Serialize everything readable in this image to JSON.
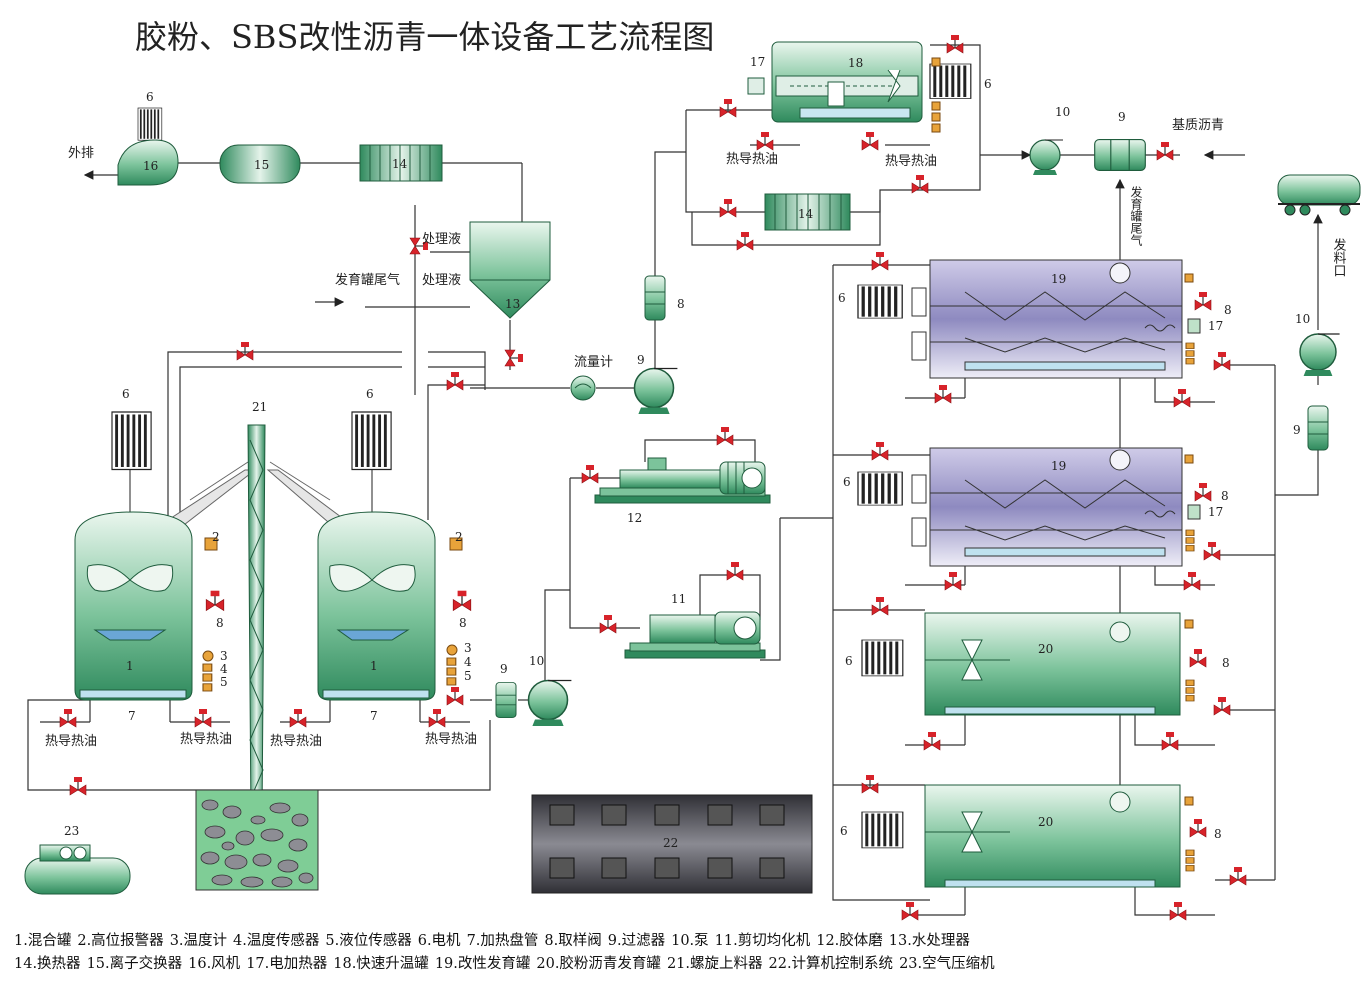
{
  "title": "胶粉、SBS改性沥青一体设备工艺流程图",
  "labels": {
    "exhaust_out": "外排",
    "treat_liquid_1": "处理液",
    "treat_liquid_2": "处理液",
    "tank_exhaust": "发育罐尾气",
    "flowmeter": "流量计",
    "base_asphalt": "基质沥青",
    "tail_gas_vertical": "发育罐尾气",
    "discharge_vertical": "发料口",
    "hot_oil": "热导热油"
  },
  "numbers": {
    "n1": "1",
    "n2": "2",
    "n3": "3",
    "n4": "4",
    "n5": "5",
    "n6": "6",
    "n7": "7",
    "n8": "8",
    "n9": "9",
    "n10": "10",
    "n11": "11",
    "n12": "12",
    "n13": "13",
    "n14": "14",
    "n15": "15",
    "n16": "16",
    "n17": "17",
    "n18": "18",
    "n19": "19",
    "n20": "20",
    "n21": "21",
    "n22": "22",
    "n23": "23"
  },
  "legend": [
    "1.混合罐",
    "2.高位报警器",
    "3.温度计",
    "4.温度传感器",
    "5.液位传感器",
    "6.电机",
    "7.加热盘管",
    "8.取样阀",
    "9.过滤器",
    "10.泵",
    "11.剪切均化机",
    "12.胶体磨",
    "13.水处理器",
    "14.换热器",
    "15.离子交换器",
    "16.风机",
    "17.电加热器",
    "18.快速升温罐",
    "19.改性发育罐",
    "20.胶粉沥青发育罐",
    "21.螺旋上料器",
    "22.计算机控制系统",
    "23.空气压缩机"
  ],
  "colors": {
    "tank_green": "#3f9d6e",
    "tank_light": "#dff0e6",
    "tank_purple": "#6e6aa8",
    "valve_red": "#d7232a",
    "control_grey": "#4c4c52"
  }
}
